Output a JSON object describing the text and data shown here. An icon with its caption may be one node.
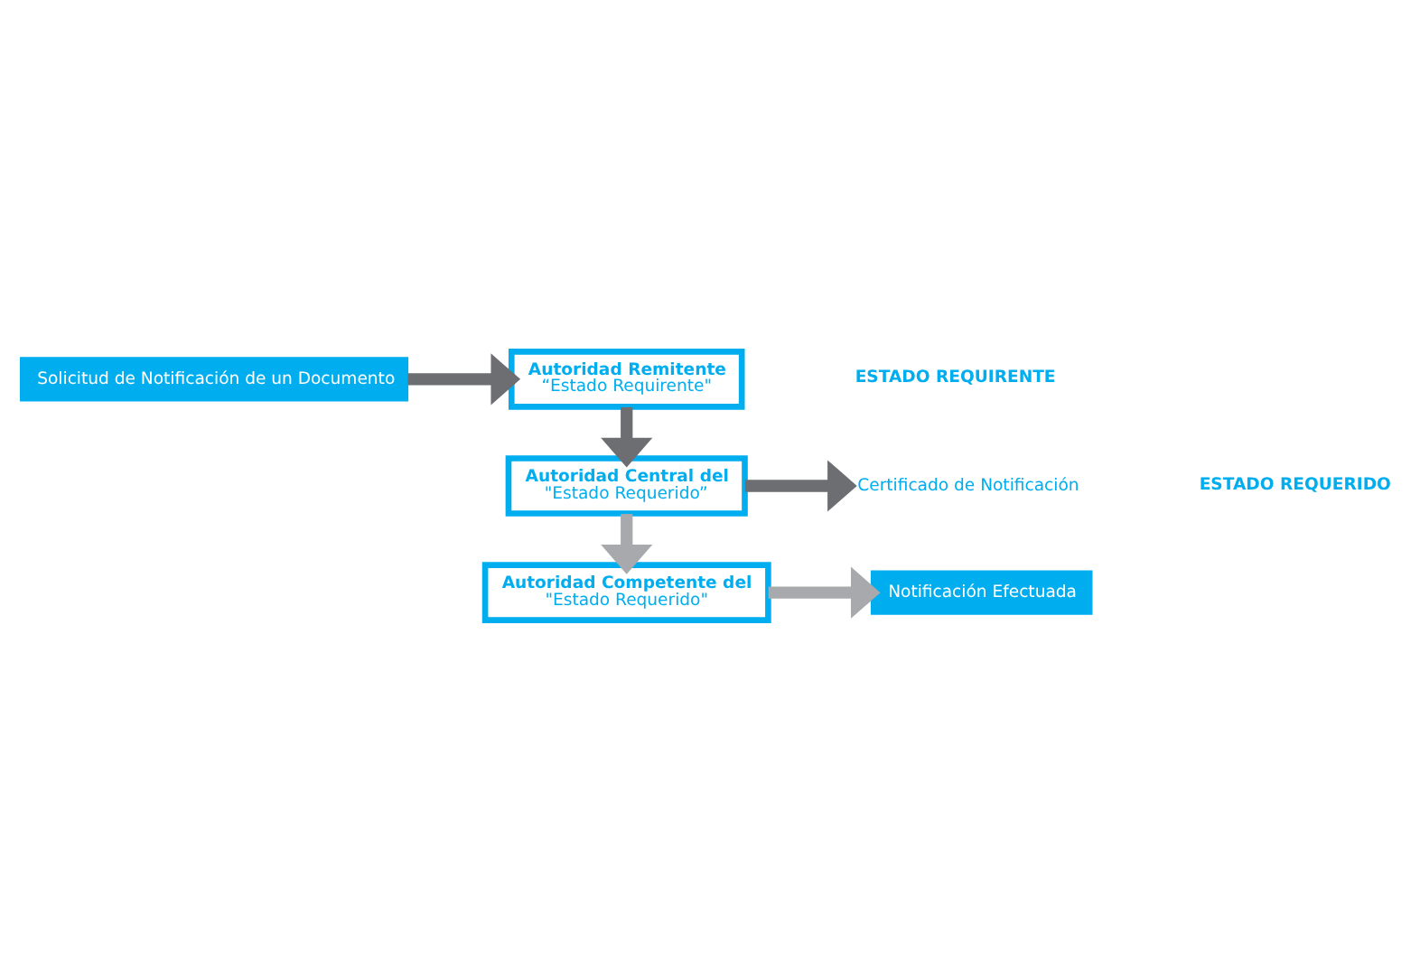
{
  "diagram": {
    "nodes": [
      {
        "text": [
          "Solicitud de Notificación de un Documento"
        ]
      },
      {
        "text": [
          "Autoridad Remitente",
          "“Estado Requirente\""
        ]
      },
      {
        "text": [
          "Autoridad Central del",
          "\"Estado Requerido”"
        ]
      },
      {
        "text": [
          "Certificado de Notificación"
        ]
      },
      {
        "text": [
          "Autoridad Competente del",
          "\"Estado Requerido\""
        ]
      },
      {
        "text": [
          "Notificación Efectuada"
        ]
      }
    ],
    "edges": [
      {
        "from": 0,
        "to": 1,
        "arrow": "to"
      },
      {
        "from": 1,
        "to": 2,
        "arrow": "to"
      },
      {
        "from": 2,
        "to": 3,
        "arrow": "to"
      },
      {
        "from": 2,
        "to": 4,
        "arrow": "to",
        "color": "#a7a9ac"
      },
      {
        "from": 4,
        "to": 5,
        "arrow": "to",
        "color": "#a7a9ac"
      }
    ],
    "labels": [
      "ESTADO REQUIRENTE",
      "ESTADO REQUERIDO"
    ]
  }
}
